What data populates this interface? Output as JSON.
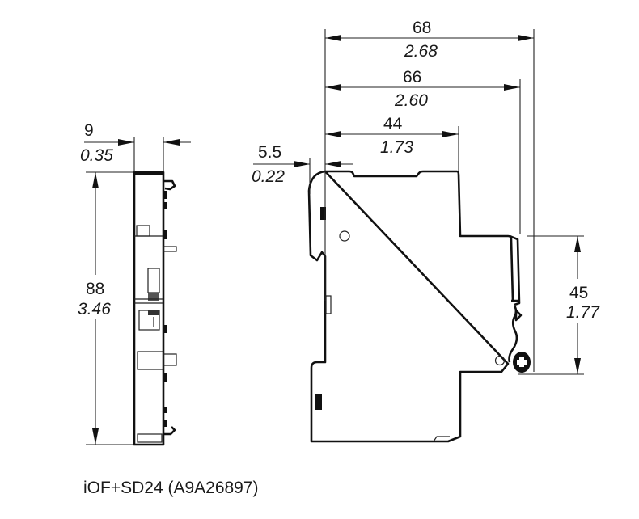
{
  "title": "iOF+SD24 (A9A26897)",
  "front_view": {
    "width": {
      "mm": "9",
      "in": "0.35"
    },
    "height": {
      "mm": "88",
      "in": "3.46"
    }
  },
  "side_view": {
    "depth_overall": {
      "mm": "68",
      "in": "2.68"
    },
    "depth_body": {
      "mm": "66",
      "in": "2.60"
    },
    "depth_front": {
      "mm": "44",
      "in": "1.73"
    },
    "offset": {
      "mm": "5.5",
      "in": "0.22"
    },
    "rail_height": {
      "mm": "45",
      "in": "1.77"
    }
  },
  "colors": {
    "line": "#111111",
    "text": "#1a1a1a",
    "background": "#ffffff"
  }
}
